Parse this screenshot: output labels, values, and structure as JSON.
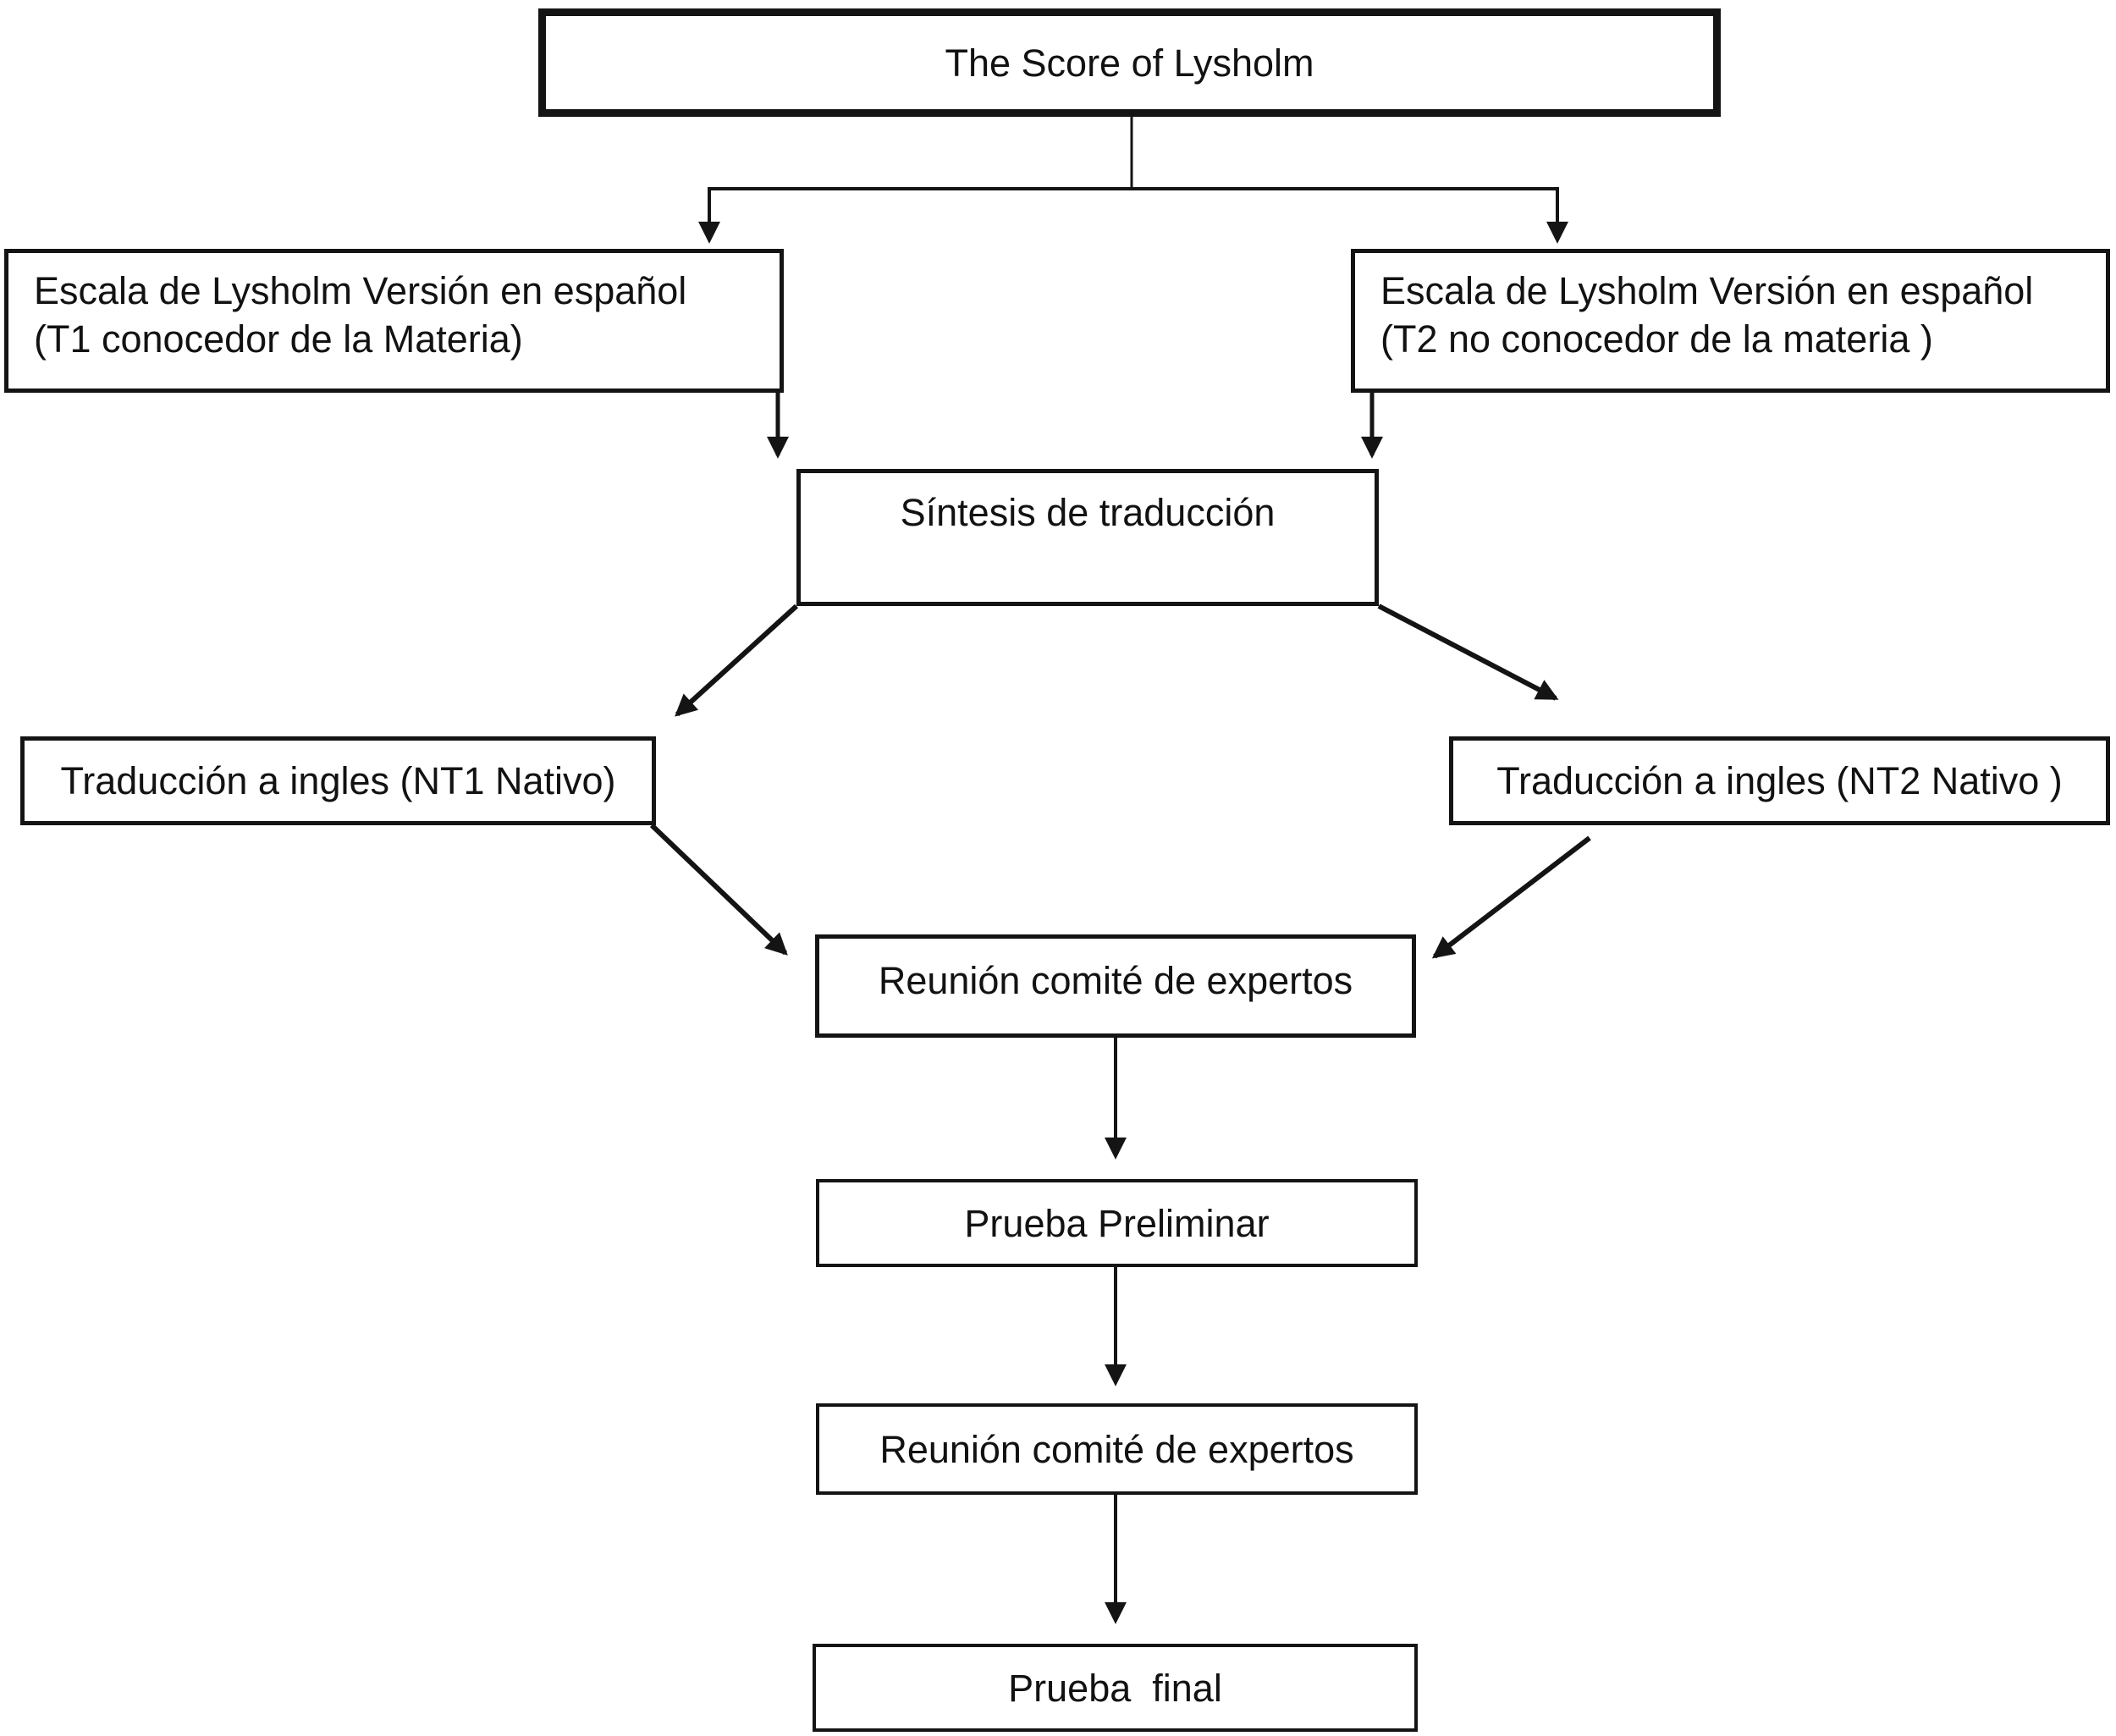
{
  "figure": {
    "type": "flowchart",
    "background": "#ffffff",
    "ink_color": "#141414",
    "nodes": {
      "lysholm_score": {
        "label": "The Score of Lysholm"
      },
      "escala_t1": {
        "line1": "Escala de Lysholm Versión en español",
        "line2": "(T1 conocedor de la Materia)"
      },
      "escala_t2": {
        "line1": "Escala de Lysholm Versión en español",
        "line2": "(T2 no conocedor de la materia )"
      },
      "sintesis": {
        "label": "Síntesis de traducción"
      },
      "traduccion_nt1": {
        "label": "Traducción a ingles (NT1 Nativo)"
      },
      "traduccion_nt2": {
        "label": "Traducción a ingles (NT2 Nativo )"
      },
      "reunion_expertos_1": {
        "label": "Reunión comité de expertos"
      },
      "prueba_preliminar": {
        "label": "Prueba Preliminar"
      },
      "reunion_expertos_2": {
        "label": "Reunión comité de expertos"
      },
      "prueba_final": {
        "label": "Prueba  final"
      }
    },
    "edges": [
      {
        "from": "lysholm_score",
        "to": "escala_t1"
      },
      {
        "from": "lysholm_score",
        "to": "escala_t2"
      },
      {
        "from": "escala_t1",
        "to": "sintesis"
      },
      {
        "from": "escala_t2",
        "to": "sintesis"
      },
      {
        "from": "sintesis",
        "to": "traduccion_nt1"
      },
      {
        "from": "sintesis",
        "to": "traduccion_nt2"
      },
      {
        "from": "traduccion_nt1",
        "to": "reunion_expertos_1"
      },
      {
        "from": "traduccion_nt2",
        "to": "reunion_expertos_1"
      },
      {
        "from": "reunion_expertos_1",
        "to": "prueba_preliminar"
      },
      {
        "from": "prueba_preliminar",
        "to": "reunion_expertos_2"
      },
      {
        "from": "reunion_expertos_2",
        "to": "prueba_final"
      }
    ]
  }
}
